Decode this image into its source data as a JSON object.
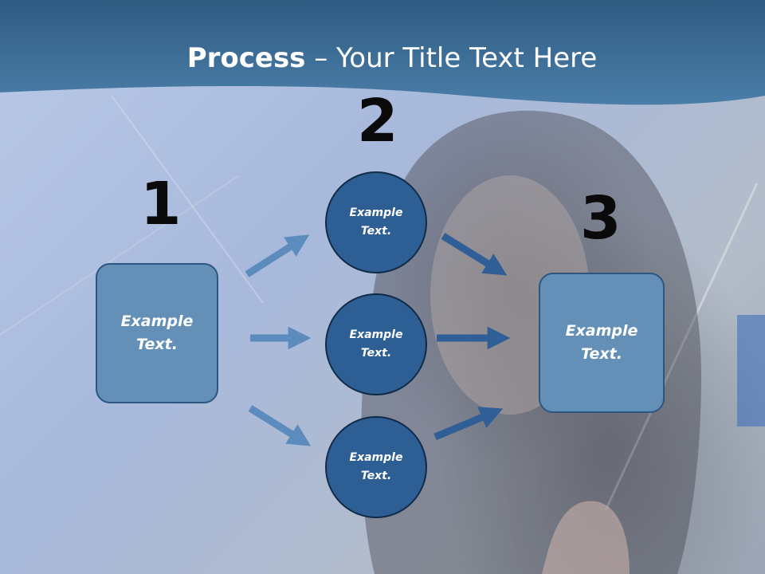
{
  "slide": {
    "title_bold": "Process",
    "title_rest": " – Your Title Text Here"
  },
  "steps": {
    "step1": {
      "number": "1",
      "text": "Example Text."
    },
    "step2": {
      "number": "2",
      "circles": [
        {
          "text": "Example Text."
        },
        {
          "text": "Example Text."
        },
        {
          "text": "Example Text."
        }
      ]
    },
    "step3": {
      "number": "3",
      "text": "Example Text."
    }
  },
  "colors": {
    "header": "#3f6f98",
    "box_fill": "#6490b8",
    "circle_fill": "#2d5f94",
    "arrow_light": "#5b8cbd",
    "arrow_dark": "#2f5f96"
  }
}
